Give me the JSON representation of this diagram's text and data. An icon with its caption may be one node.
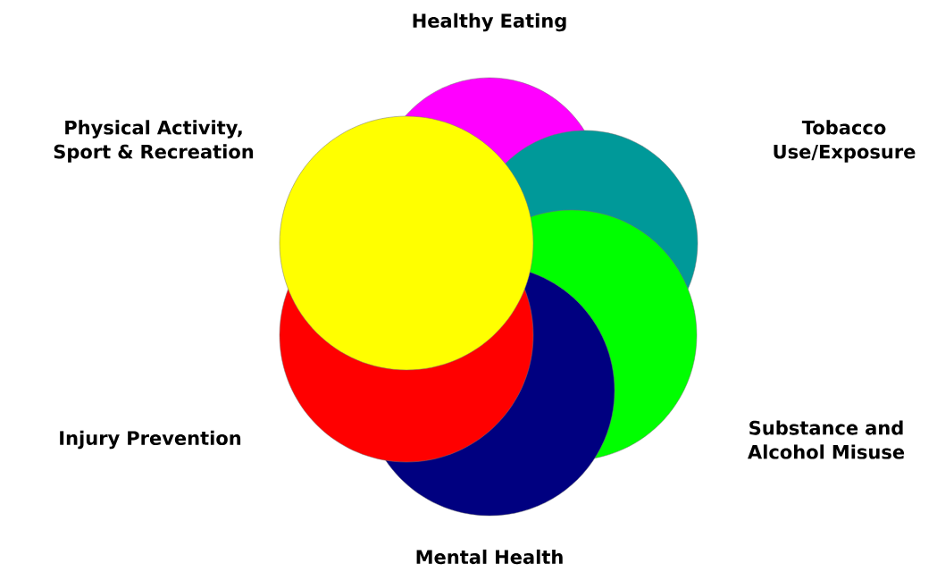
{
  "diagram": {
    "nodes": [
      {
        "text": [
          "Healthy Eating"
        ]
      },
      {
        "text": [
          "Physical Activity, Sport & Recreation"
        ]
      },
      {
        "text": [
          "Tobacco Use/Exposure"
        ]
      },
      {
        "text": [
          "Injury Prevention"
        ]
      },
      {
        "text": [
          "Substance and Alcohol Misuse"
        ]
      },
      {
        "text": [
          "Mental Health"
        ]
      }
    ]
  }
}
